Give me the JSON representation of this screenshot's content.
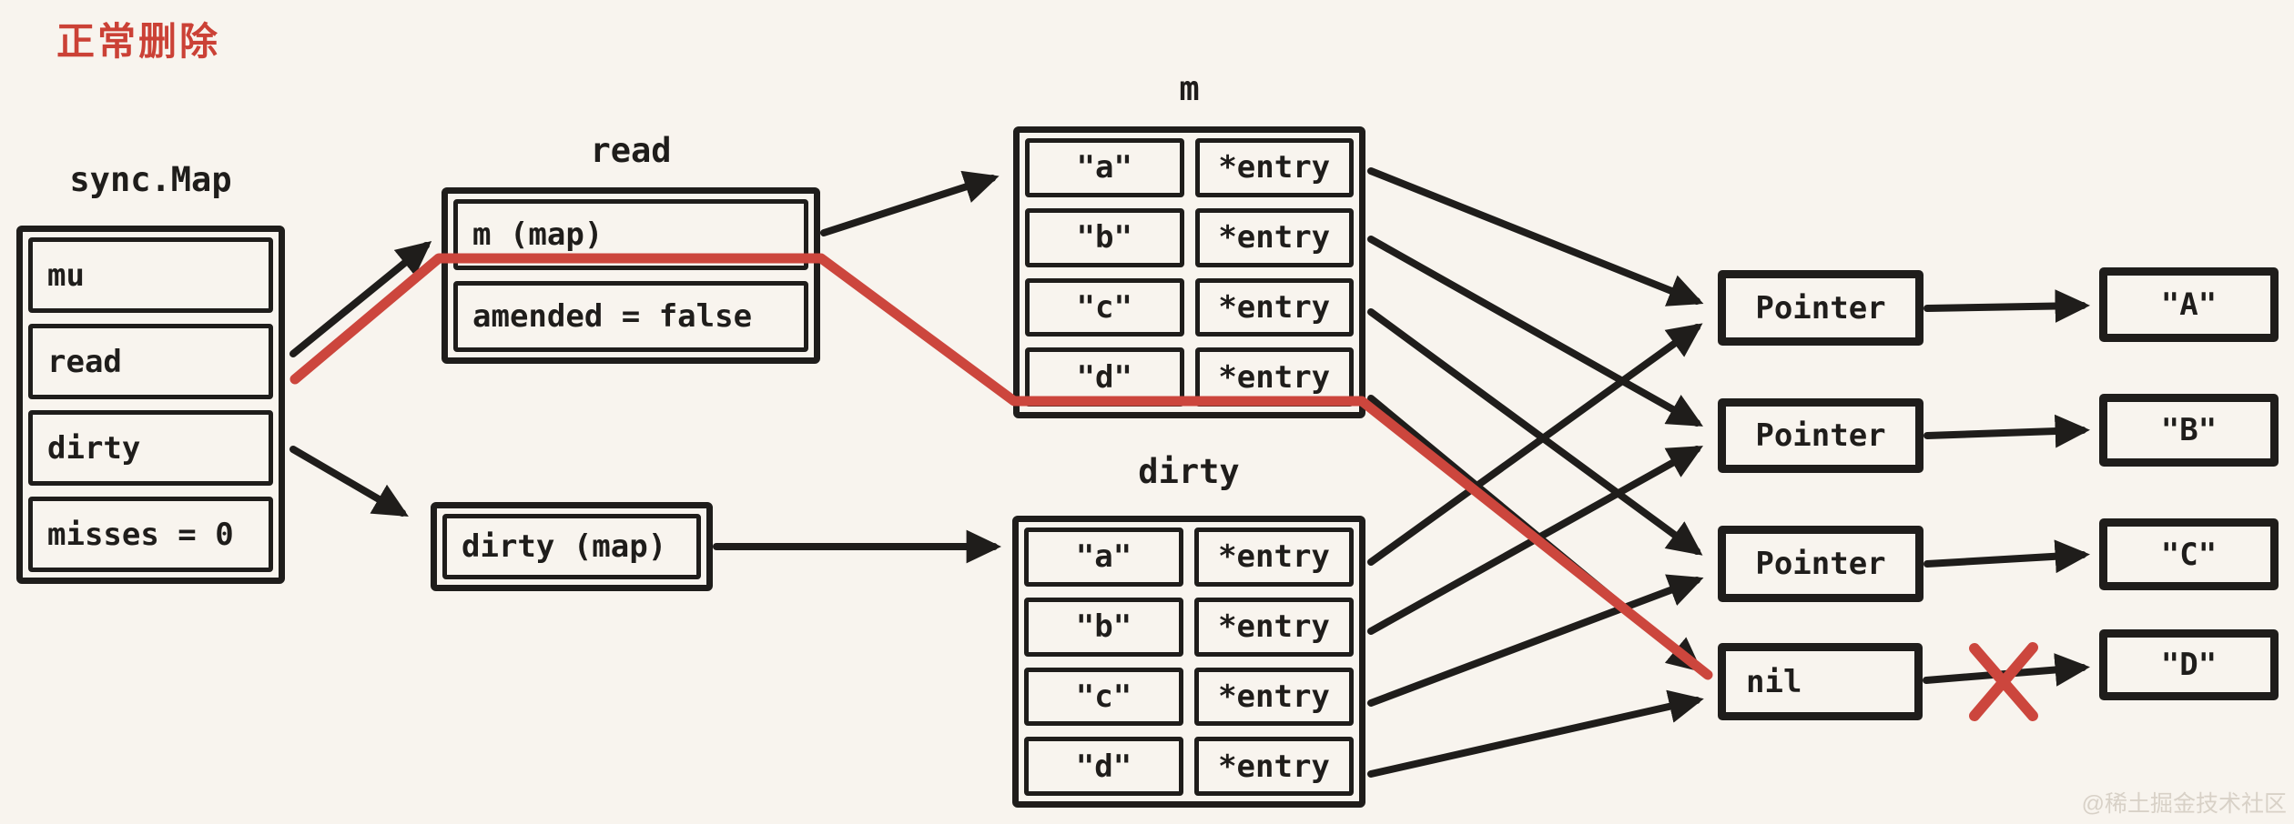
{
  "title": "正常删除",
  "watermark": "@稀土掘金技术社区",
  "colors": {
    "background": "#f8f4ee",
    "ink": "#1f1d1b",
    "red": "#cc463d",
    "watermark_gray": "#d8d1c7"
  },
  "sync_map": {
    "label": "sync.Map",
    "fields": [
      "mu",
      "read",
      "dirty",
      "misses = 0"
    ]
  },
  "read_struct": {
    "label": "read",
    "fields": [
      "m (map)",
      "amended = false"
    ]
  },
  "m_table": {
    "label": "m",
    "rows": [
      {
        "key": "\"a\"",
        "value": "*entry"
      },
      {
        "key": "\"b\"",
        "value": "*entry"
      },
      {
        "key": "\"c\"",
        "value": "*entry"
      },
      {
        "key": "\"d\"",
        "value": "*entry"
      }
    ]
  },
  "dirty_map": {
    "text": "dirty (map)"
  },
  "dirty_table": {
    "label": "dirty",
    "rows": [
      {
        "key": "\"a\"",
        "value": "*entry"
      },
      {
        "key": "\"b\"",
        "value": "*entry"
      },
      {
        "key": "\"c\"",
        "value": "*entry"
      },
      {
        "key": "\"d\"",
        "value": "*entry"
      }
    ]
  },
  "pointers": {
    "p1": "Pointer",
    "p2": "Pointer",
    "p3": "Pointer",
    "nil": "nil"
  },
  "values": {
    "a": "\"A\"",
    "b": "\"B\"",
    "c": "\"C\"",
    "d": "\"D\""
  }
}
